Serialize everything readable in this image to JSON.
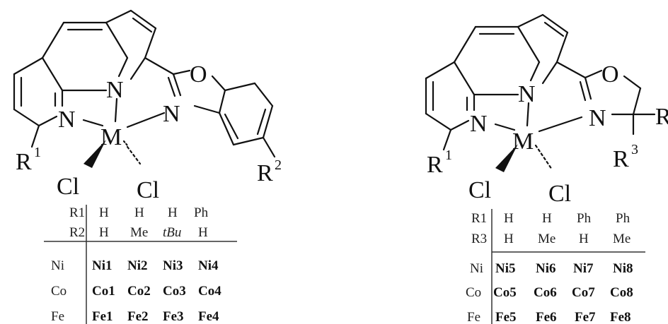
{
  "left": {
    "atoms": {
      "n_top": "N",
      "n_left": "N",
      "n_right": "N",
      "o": "O",
      "metal": "M",
      "cl_left": "Cl",
      "cl_right": "Cl",
      "r1": "R",
      "r1_sup": "1",
      "r2": "R",
      "r2_sup": "2"
    },
    "table": {
      "rows": [
        {
          "label": "R1",
          "cells": [
            "H",
            "H",
            "H",
            "Ph"
          ]
        },
        {
          "label": "R2",
          "cells": [
            "H",
            "Me",
            "tBu",
            "H"
          ]
        },
        {
          "label": "Ni",
          "cells": [
            "Ni1",
            "Ni2",
            "Ni3",
            "Ni4"
          ]
        },
        {
          "label": "Co",
          "cells": [
            "Co1",
            "Co2",
            "Co3",
            "Co4"
          ]
        },
        {
          "label": "Fe",
          "cells": [
            "Fe1",
            "Fe2",
            "Fe3",
            "Fe4"
          ]
        }
      ]
    }
  },
  "right": {
    "atoms": {
      "n_top": "N",
      "n_left": "N",
      "n_right": "N",
      "o": "O",
      "metal": "M",
      "cl_left": "Cl",
      "cl_right": "Cl",
      "r1": "R",
      "r1_sup": "1",
      "r_edge": "R",
      "r3": "R",
      "r3_sup": "3"
    },
    "table": {
      "rows": [
        {
          "label": "R1",
          "cells": [
            "H",
            "H",
            "Ph",
            "Ph"
          ]
        },
        {
          "label": "R3",
          "cells": [
            "H",
            "Me",
            "H",
            "Me"
          ]
        },
        {
          "label": "Ni",
          "cells": [
            "Ni5",
            "Ni6",
            "Ni7",
            "Ni8"
          ]
        },
        {
          "label": "Co",
          "cells": [
            "Co5",
            "Co6",
            "Co7",
            "Co8"
          ]
        },
        {
          "label": "Fe",
          "cells": [
            "Fe5",
            "Fe6",
            "Fe7",
            "Fe8"
          ]
        }
      ]
    }
  }
}
